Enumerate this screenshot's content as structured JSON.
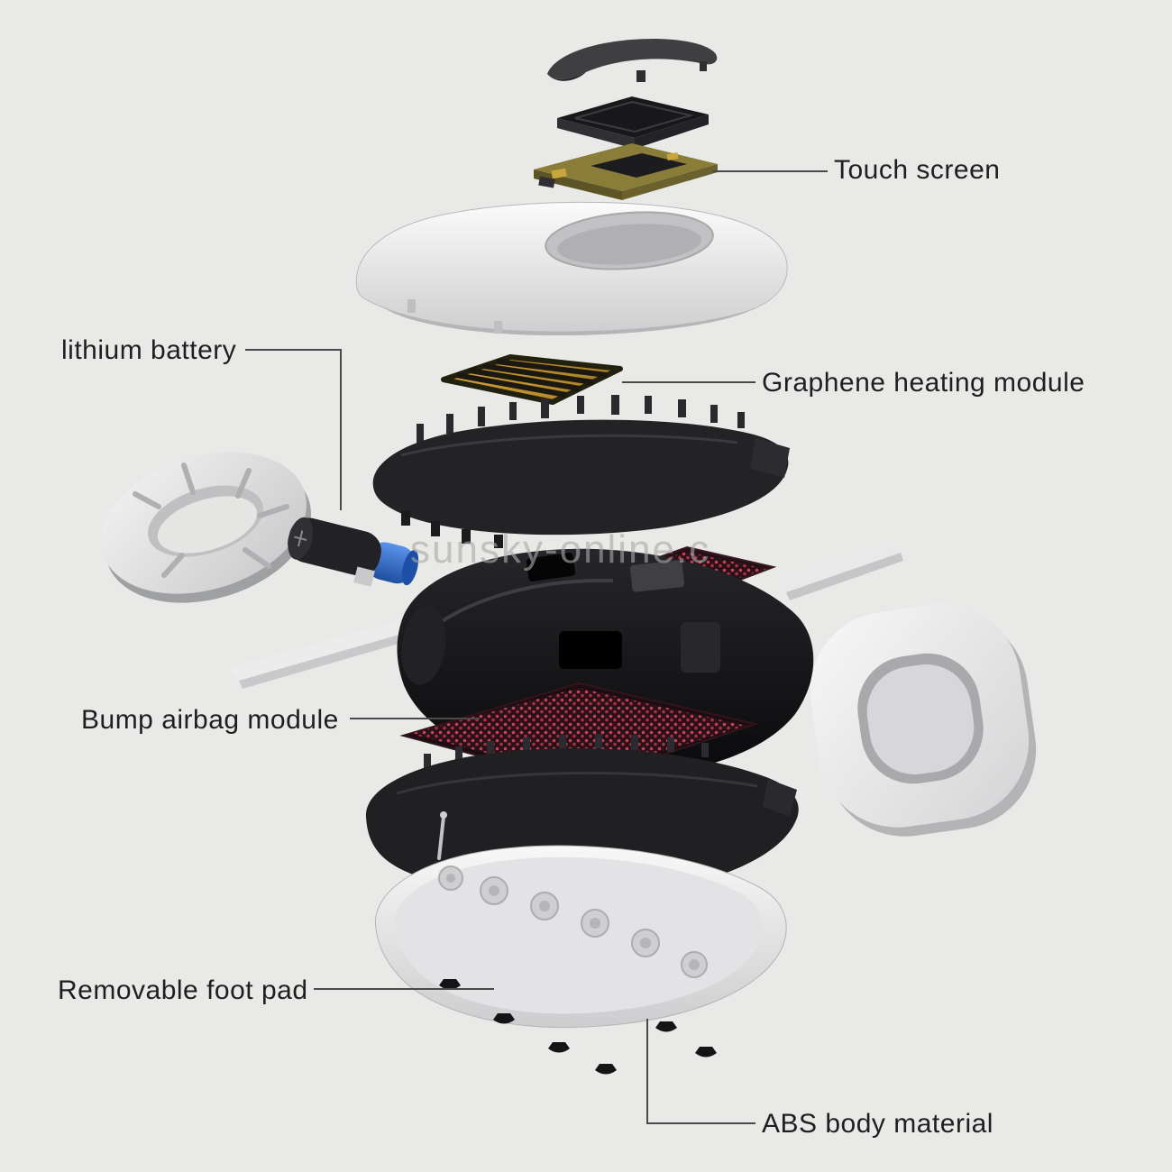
{
  "page": {
    "background": "#e9e9e7"
  },
  "watermark": {
    "text": "sunsky-online.c"
  },
  "labels": {
    "touch_screen": "Touch screen",
    "lithium_battery": "lithium battery",
    "graphene_heating_module": "Graphene heating module",
    "bump_airbag_module": "Bump airbag module",
    "removable_foot_pad": "Removable foot pad",
    "abs_body_material": "ABS body material"
  },
  "colors": {
    "background": "#e9e9e7",
    "label_text": "#1f1f1f",
    "leader_line": "#4a4a4a",
    "battery_blue": "#2f6fd6",
    "bristle_red": "#c64258",
    "pcb_olive": "#8a7d3a",
    "heater_gold": "#c2922c",
    "shell_white": "#f2f2f3",
    "body_black": "#141416"
  }
}
